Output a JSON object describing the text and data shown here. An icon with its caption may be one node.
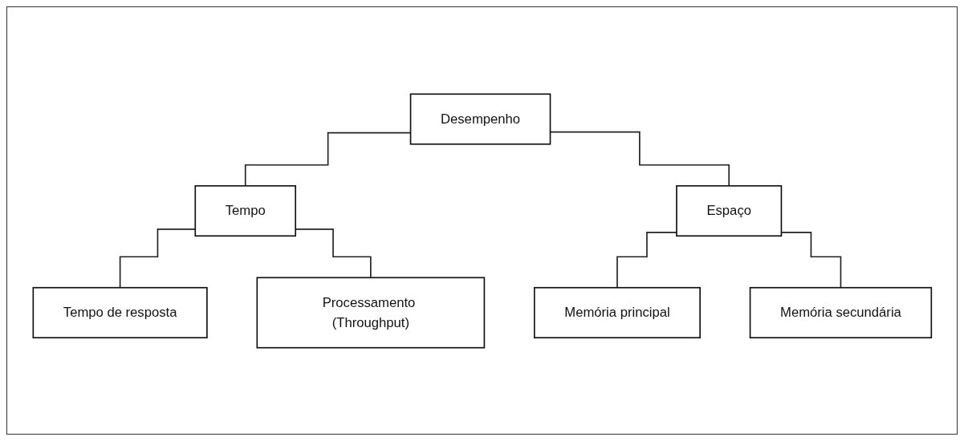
{
  "diagram": {
    "nodes": [
      {
        "text": [
          "Desempenho"
        ]
      },
      {
        "text": [
          "Tempo"
        ]
      },
      {
        "text": [
          "Espaço"
        ]
      },
      {
        "text": [
          "Tempo de resposta"
        ]
      },
      {
        "text": [
          "Processamento (Throughput)"
        ]
      },
      {
        "text": [
          "Memória principal"
        ]
      },
      {
        "text": [
          "Memória secundária"
        ]
      }
    ],
    "edges": [
      {
        "from": 0,
        "to": 1,
        "arrow": "none"
      },
      {
        "from": 0,
        "to": 2,
        "arrow": "none"
      },
      {
        "from": 1,
        "to": 3,
        "arrow": "none"
      },
      {
        "from": 1,
        "to": 4,
        "arrow": "none"
      },
      {
        "from": 2,
        "to": 5,
        "arrow": "none"
      },
      {
        "from": 2,
        "to": 6,
        "arrow": "none"
      }
    ]
  }
}
